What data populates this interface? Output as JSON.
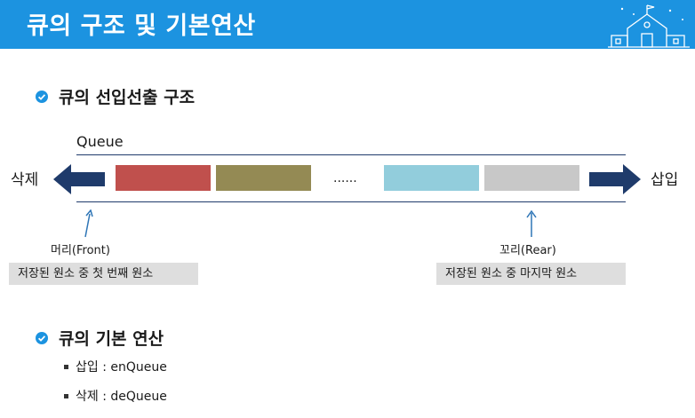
{
  "header": {
    "title": "큐의 구조 및 기본연산",
    "banner_color": "#1c93e0",
    "icon": "school-building-icon"
  },
  "section1": {
    "title": "큐의 선입선출 구조",
    "bullet_icon": "check-circle-icon"
  },
  "diagram": {
    "queue_label": "Queue",
    "left_label": "삭제",
    "right_label": "삽입",
    "ellipsis": "......",
    "blocks": [
      {
        "color": "#c0504d"
      },
      {
        "color": "#948a54"
      },
      {
        "color": "#92cddc"
      },
      {
        "color": "#c8c8c8"
      }
    ],
    "arrow_color": "#1f3b6b",
    "front_label": "머리(Front)",
    "rear_label": "꼬리(Rear)",
    "front_note": "저장된 원소 중 첫 번째 원소",
    "rear_note": "저장된 원소 중 마지막 원소"
  },
  "section2": {
    "title": "큐의 기본 연산",
    "bullet_icon": "check-circle-icon",
    "items": [
      "삽입 : enQueue",
      "삭제 : deQueue"
    ]
  }
}
